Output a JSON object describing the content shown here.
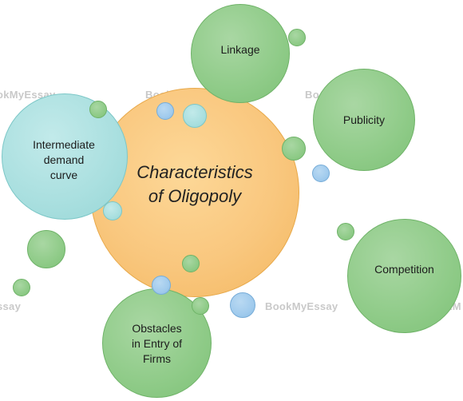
{
  "diagram": {
    "center": {
      "line1": "Characteristics",
      "line2": "of  Oligopoly"
    },
    "nodes": [
      {
        "lines": [
          "Linkage"
        ]
      },
      {
        "lines": [
          "Publicity"
        ]
      },
      {
        "lines": [
          "Intermediate",
          "demand",
          "curve"
        ]
      },
      {
        "lines": [
          "Competition"
        ]
      },
      {
        "lines": [
          "Obstacles",
          "in Entry of",
          "Firms"
        ]
      }
    ]
  },
  "watermark": {
    "text": "BookMyEssay",
    "partial_left": "okMyEssay",
    "partial_left_bottom": "ssay",
    "partial_right": "BookM"
  },
  "colors": {
    "center_fill": "#f9c77e",
    "green_fill": "#8fcb88",
    "teal_fill": "#a9dfdf",
    "blue_fill": "#a1cbed",
    "watermark": "#c9c9c9"
  }
}
